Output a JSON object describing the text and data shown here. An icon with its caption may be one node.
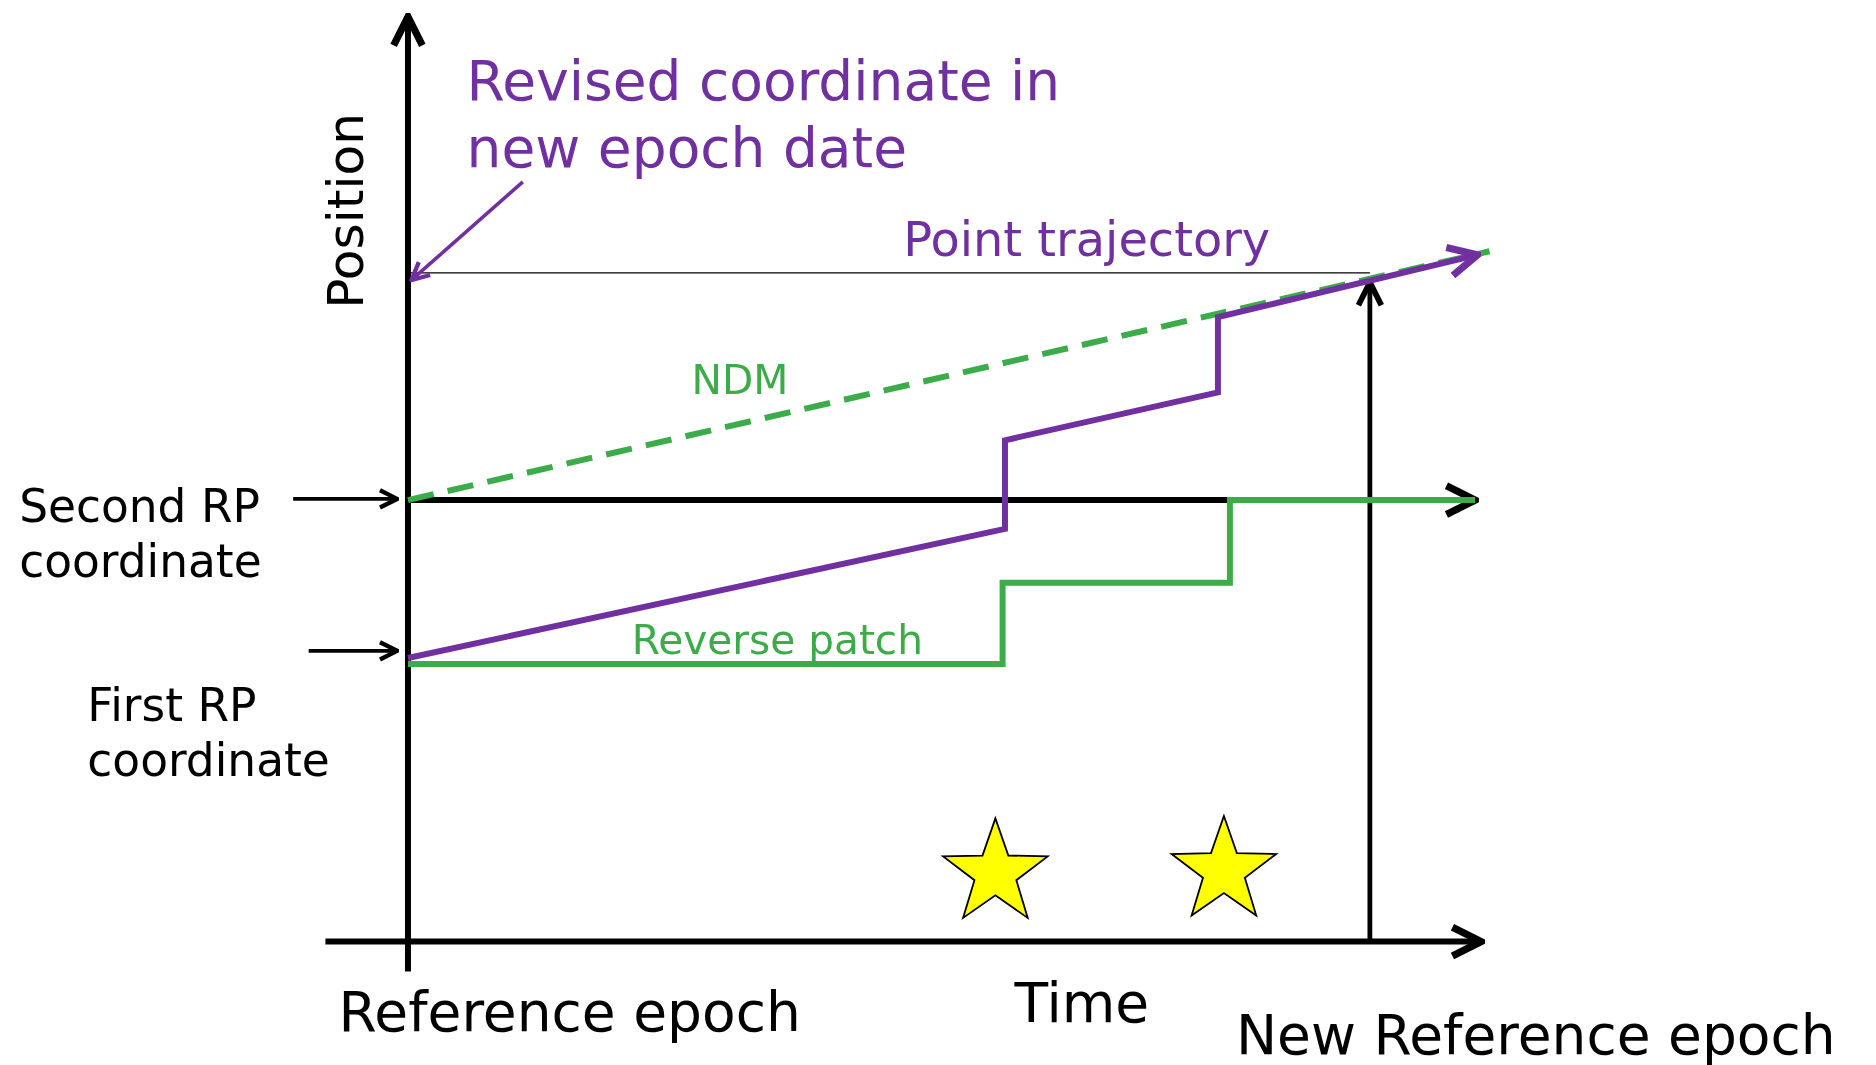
{
  "diagram": {
    "nodes": [
      {
        "text": [
          "Revised coordinate in new epoch date"
        ]
      },
      {
        "text": [
          "Second RP coordinate"
        ]
      },
      {
        "text": [
          "First RP coordinate"
        ]
      },
      {
        "text": [],
        "shape": "star"
      },
      {
        "text": [],
        "shape": "star"
      }
    ],
    "edges": [
      {
        "from": 0,
        "to": null,
        "arrow": "to",
        "color": "#7030a0"
      },
      {
        "from": 1,
        "to": null,
        "arrow": "to"
      },
      {
        "from": 2,
        "to": null,
        "arrow": "to"
      }
    ],
    "labels": [
      "Position",
      "Point trajectory",
      "NDM",
      "Reverse patch",
      "Time",
      "Reference epoch",
      "New Reference epoch"
    ]
  }
}
